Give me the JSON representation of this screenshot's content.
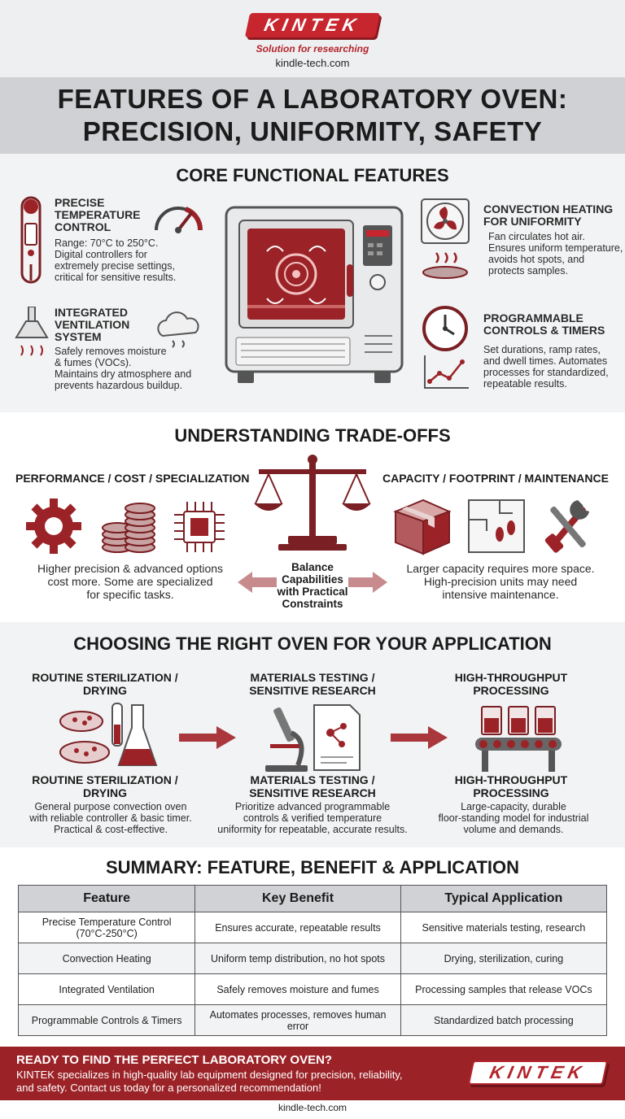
{
  "header": {
    "logo_text": "KINTEK",
    "tagline": "Solution for researching",
    "url": "kindle-tech.com",
    "title_line1": "FEATURES OF A LABORATORY OVEN:",
    "title_line2": "PRECISION, UNIFORMITY, SAFETY"
  },
  "core": {
    "heading": "CORE FUNCTIONAL FEATURES",
    "features": [
      {
        "title": [
          "PRECISE",
          "TEMPERATURE",
          "CONTROL"
        ],
        "text": [
          "Range: 70°C to 250°C.",
          "Digital controllers for",
          "extremely precise settings,",
          "critical for sensitive results."
        ]
      },
      {
        "title": [
          "INTEGRATED",
          "VENTILATION",
          "SYSTEM"
        ],
        "text": [
          "Safely removes moisture",
          "& fumes (VOCs).",
          "Maintains dry atmosphere and",
          "prevents hazardous buildup."
        ]
      },
      {
        "title": [
          "CONVECTION HEATING",
          "FOR UNIFORMITY"
        ],
        "text": [
          "Fan circulates hot air.",
          "Ensures uniform temperature,",
          "avoids hot spots, and",
          "protects samples."
        ]
      },
      {
        "title": [
          "PROGRAMMABLE",
          "CONTROLS & TIMERS"
        ],
        "text": [
          "Set durations, ramp rates,",
          "and dwell times. Automates",
          "processes for standardized,",
          "repeatable results."
        ]
      }
    ]
  },
  "tradeoffs": {
    "heading": "UNDERSTANDING TRADE-OFFS",
    "left_head": "PERFORMANCE / COST / SPECIALIZATION",
    "left_text": [
      "Higher precision & advanced options",
      "cost more. Some are specialized",
      "for specific tasks."
    ],
    "right_head": "CAPACITY / FOOTPRINT / MAINTENANCE",
    "right_text": [
      "Larger capacity requires more space.",
      "High-precision units may need",
      "intensive maintenance."
    ],
    "balance": [
      "Balance",
      "Capabilities",
      "with Practical",
      "Constraints"
    ]
  },
  "applications": {
    "heading": "CHOOSING THE RIGHT OVEN FOR YOUR APPLICATION",
    "items": [
      {
        "head": [
          "ROUTINE STERILIZATION /",
          "DRYING"
        ],
        "text": [
          "General purpose convection oven",
          "with reliable controller & basic timer.",
          "Practical & cost-effective."
        ]
      },
      {
        "head": [
          "MATERIALS TESTING /",
          "SENSITIVE RESEARCH"
        ],
        "text": [
          "Prioritize advanced programmable",
          "controls & verified temperature",
          "uniformity for repeatable, accurate results."
        ]
      },
      {
        "head": [
          "HIGH-THROUGHPUT",
          "PROCESSING"
        ],
        "text": [
          "Large-capacity, durable",
          "floor-standing model for industrial",
          "volume and demands."
        ]
      }
    ]
  },
  "summary": {
    "heading": "SUMMARY: FEATURE, BENEFIT & APPLICATION",
    "columns": [
      "Feature",
      "Key Benefit",
      "Typical Application"
    ],
    "rows": [
      [
        [
          "Precise Temperature Control",
          "(70°C-250°C)"
        ],
        [
          "Ensures accurate, repeatable results"
        ],
        [
          "Sensitive materials testing, research"
        ]
      ],
      [
        [
          "Convection Heating"
        ],
        [
          "Uniform temp distribution, no hot spots"
        ],
        [
          "Drying, sterilization, curing"
        ]
      ],
      [
        [
          "Integrated Ventilation"
        ],
        [
          "Safely removes moisture and fumes"
        ],
        [
          "Processing samples that release VOCs"
        ]
      ],
      [
        [
          "Programmable Controls & Timers"
        ],
        [
          "Automates processes, removes human",
          "error"
        ],
        [
          "Standardized batch processing"
        ]
      ]
    ]
  },
  "footer": {
    "title": "READY TO FIND THE PERFECT LABORATORY OVEN?",
    "text_line1": "KINTEK specializes in high-quality lab equipment designed for precision, reliability,",
    "text_line2": "and safety. Contact us today for a personalized recommendation!",
    "logo_text": "KINTEK",
    "url": "kindle-tech.com"
  },
  "colors": {
    "brand_red": "#c8262e",
    "maroon": "#7a1f24",
    "band_gray": "#cfd1d4"
  }
}
